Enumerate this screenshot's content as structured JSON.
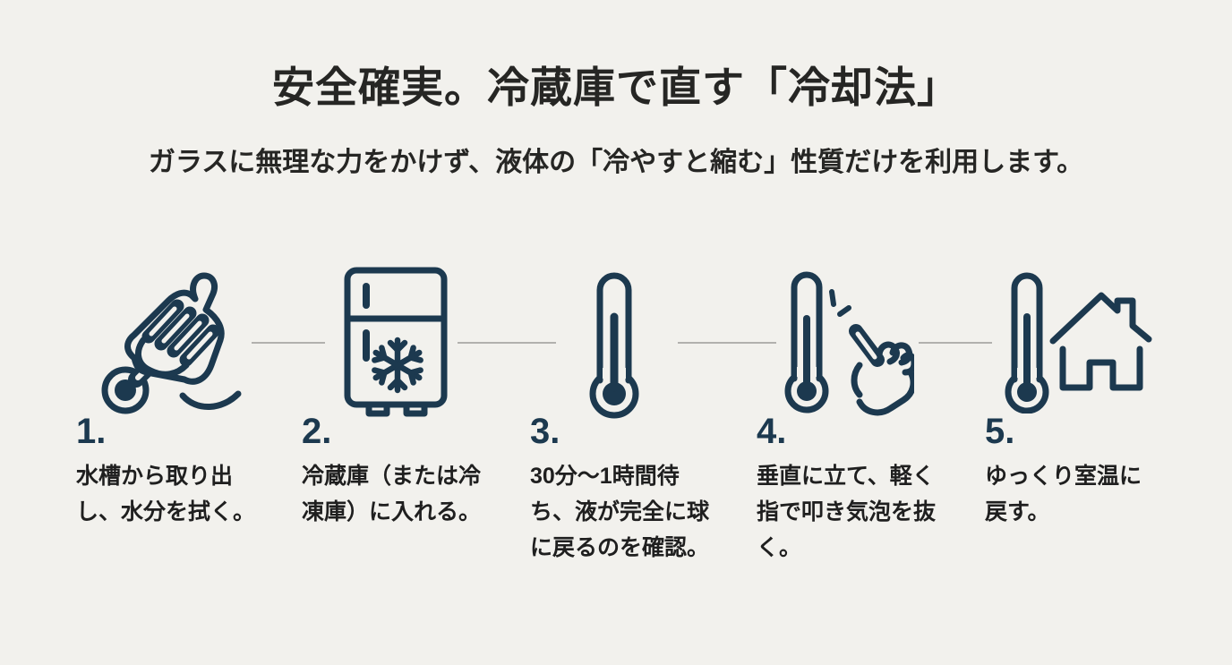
{
  "page": {
    "title": "安全確実。冷蔵庫で直す「冷却法」",
    "subtitle": "ガラスに無理な力をかけず、液体の「冷やすと縮む」性質だけを利用します。"
  },
  "colors": {
    "background": "#f2f1ed",
    "navy": "#1c394f",
    "text": "#1f1f1f",
    "title": "#262624",
    "connector": "#b2b1ae"
  },
  "steps": [
    {
      "number": "1.",
      "icon": "cloth-wipe-thermometer-icon",
      "text": "水槽から取り出し、水分を拭く。",
      "lines": [
        "水槽から取り出",
        "し、水分を拭く。"
      ]
    },
    {
      "number": "2.",
      "icon": "refrigerator-snowflake-icon",
      "text": "冷蔵庫（または冷凍庫）に入れる。",
      "lines": [
        "冷蔵庫（または冷",
        "凍庫）に入れる。"
      ]
    },
    {
      "number": "3.",
      "icon": "thermometer-icon",
      "text": "30分～1時間待ち、液が完全に球に戻るのを確認。",
      "lines": [
        "30分～1時間待",
        "ち、液が完全に球",
        "に戻るのを確認。"
      ]
    },
    {
      "number": "4.",
      "icon": "finger-tap-thermometer-icon",
      "text": "垂直に立て、軽く指で叩き気泡を抜く。",
      "lines": [
        "垂直に立て、軽く",
        "指で叩き気泡を抜",
        "く。"
      ]
    },
    {
      "number": "5.",
      "icon": "thermometer-house-icon",
      "text": "ゆっくり室温に戻す。",
      "lines": [
        "ゆっくり室温に",
        "戻す。"
      ]
    }
  ]
}
